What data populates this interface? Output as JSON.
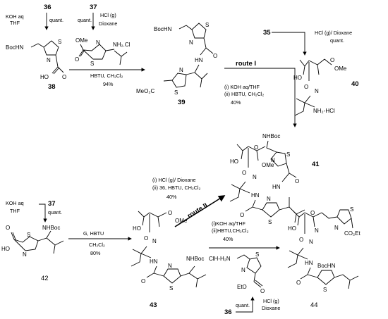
{
  "compounds": {
    "c35": "35",
    "c36": "36",
    "c37": "37",
    "c38": "38",
    "c39": "39",
    "c40": "40",
    "c41": "41",
    "c42": "42",
    "c43": "43",
    "c44": "44"
  },
  "reagents": {
    "koh_aq": "KOH aq",
    "thf": "THF",
    "hcl_g": "HCl (g)",
    "dioxane": "Dioxane",
    "hbtu_dcm": "HBTU, CH₂Cl₂",
    "hcl_dioxane": "HCl (g)/ Dioxane",
    "koh_aq_thf_i": "(i) KOH aq/THF",
    "hbtu_dcm_ii": "(ii) HBTU, CH₂Cl₂",
    "hcl_dioxane_i": "(i) HCl (g)/ Dioxane",
    "c36_hbtu_dcm_ii": "(ii) 36, HBTU, CH₂Cl₂",
    "g_hbtu": "G, HBTU",
    "dcm": "CH₂Cl₂",
    "koh_aq_thf_i_compact": "(i)KOH aq/THF",
    "hbtu_dcm_ii_compact": "(ii)HBTU,CH₂Cl₂"
  },
  "yields": {
    "quant": "quant.",
    "y94": "94%",
    "y40": "40%",
    "y80": "80%"
  },
  "routes": {
    "route1": "route I",
    "route2": "route II"
  },
  "atoms": {
    "bochn": "BocHN",
    "nhboc": "NHBoc",
    "n": "N",
    "s": "S",
    "o": "O",
    "ho": "HO",
    "hn": "HN",
    "ome": "OMe",
    "nh2cl": "NH₂.Cl",
    "nh2hcl": "NH₂-HCl",
    "meo2c": "MeO₂C",
    "co2et": "CO₂Et",
    "eto": "EtO",
    "clh_h2n": "ClH-H₂N"
  }
}
